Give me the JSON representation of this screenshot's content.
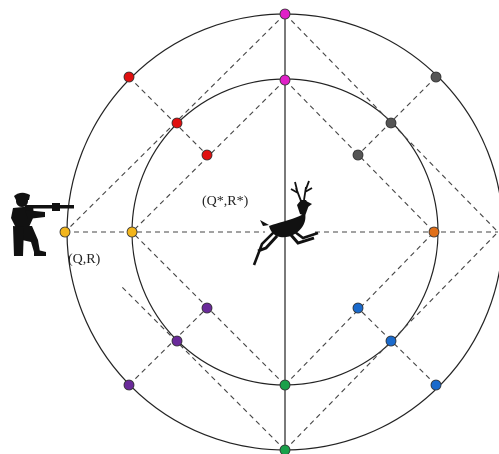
{
  "labels": {
    "hunter_position": "(Q,R)",
    "target_position": "(Q*,R*)"
  },
  "icons": {
    "hunter": "kneeling-rifleman-icon",
    "target": "leaping-deer-icon"
  },
  "colors": {
    "line": "#222222",
    "dashed": "#444444",
    "yellow": "#f2b51c",
    "magenta": "#e020c8",
    "red": "#e01010",
    "gray": "#555555",
    "orange": "#e0701a",
    "purple": "#6a2a9a",
    "blue": "#1a6acc",
    "green": "#1aa04a"
  },
  "points": [
    {
      "name": "hunter-point",
      "color": "yellow"
    },
    {
      "name": "inner-left-point",
      "color": "yellow"
    },
    {
      "name": "outer-top-point",
      "color": "magenta"
    },
    {
      "name": "inner-top-point",
      "color": "magenta"
    },
    {
      "name": "outer-upper-left-point",
      "color": "red"
    },
    {
      "name": "inner-upper-left-point",
      "color": "red"
    },
    {
      "name": "mid-upper-left-point",
      "color": "red"
    },
    {
      "name": "outer-upper-right-point",
      "color": "gray"
    },
    {
      "name": "inner-upper-right-point",
      "color": "gray"
    },
    {
      "name": "mid-upper-right-point",
      "color": "gray"
    },
    {
      "name": "inner-right-point",
      "color": "orange"
    },
    {
      "name": "outer-lower-left-point",
      "color": "purple"
    },
    {
      "name": "inner-lower-left-point",
      "color": "purple"
    },
    {
      "name": "mid-lower-left-point",
      "color": "purple"
    },
    {
      "name": "outer-lower-right-point",
      "color": "blue"
    },
    {
      "name": "inner-lower-right-point",
      "color": "blue"
    },
    {
      "name": "mid-lower-right-point",
      "color": "blue"
    },
    {
      "name": "inner-bottom-point",
      "color": "green"
    },
    {
      "name": "outer-bottom-point",
      "color": "green"
    }
  ]
}
